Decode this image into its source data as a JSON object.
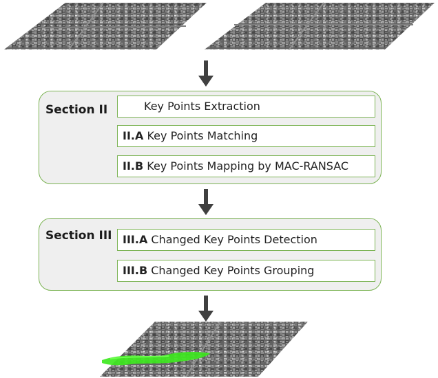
{
  "section2": {
    "label": "Section  II",
    "steps": [
      {
        "code": "",
        "text": "Key Points Extraction"
      },
      {
        "code": "II.A",
        "text": "Key Points Matching"
      },
      {
        "code": "II.B",
        "text": "Key Points Mapping by MAC-RANSAC"
      }
    ]
  },
  "section3": {
    "label": "Section III",
    "steps": [
      {
        "code": "III.A",
        "text": "Changed Key Points Detection"
      },
      {
        "code": "III.B",
        "text": "Changed Key Points Grouping"
      }
    ]
  },
  "colors": {
    "border": "#7bb353",
    "panel": "#efefef",
    "arrow": "#404040",
    "change_highlight": "#3ee81f"
  }
}
